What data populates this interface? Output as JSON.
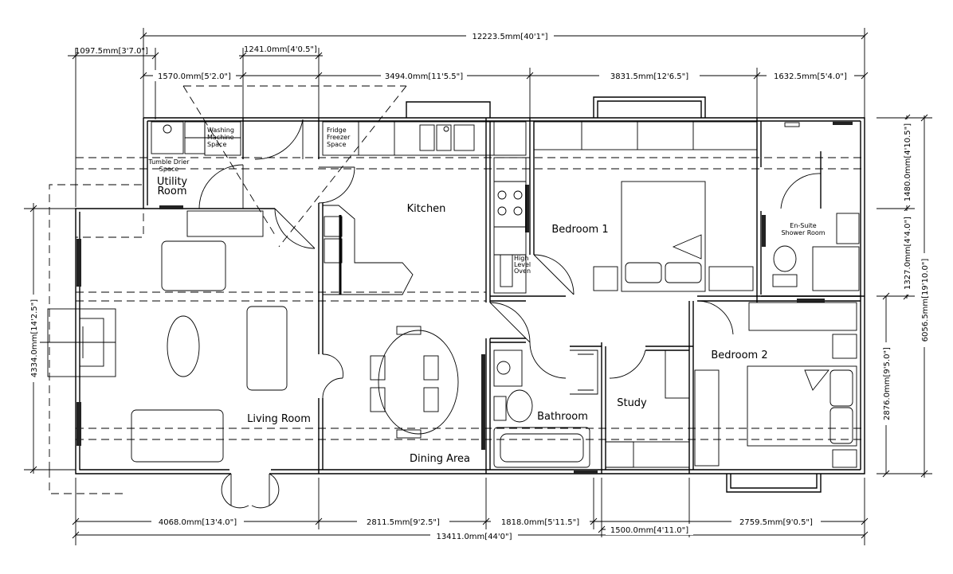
{
  "dimensions": {
    "overall_top": "12223.5mm[40'1\"]",
    "overall_bottom": "13411.0mm[44'0\"]",
    "top_left_a": "1097.5mm[3'7.0\"]",
    "top_left_b": "1241.0mm[4'0.5\"]",
    "top_segment_1": "1570.0mm[5'2.0\"]",
    "top_segment_2": "3494.0mm[11'5.5\"]",
    "top_segment_3": "3831.5mm[12'6.5\"]",
    "top_segment_4": "1632.5mm[5'4.0\"]",
    "bottom_segment_1": "4068.0mm[13'4.0\"]",
    "bottom_segment_2": "2811.5mm[9'2.5\"]",
    "bottom_segment_3": "1818.0mm[5'11.5\"]",
    "bottom_segment_4": "1500.0mm[4'11.0\"]",
    "bottom_segment_5": "2759.5mm[9'0.5\"]",
    "left_height": "4334.0mm[14'2.5\"]",
    "right_overall": "6056.5mm[19'10.0\"]",
    "right_top": "1480.0mm[4'10.5\"]",
    "right_mid": "1327.0mm[4'4.0\"]",
    "right_bottom": "2876.0mm[9'5.0\"]"
  },
  "rooms": {
    "kitchen": "Kitchen",
    "bedroom1": "Bedroom 1",
    "bedroom2": "Bedroom 2",
    "living": "Living Room",
    "dining": "Dining Area",
    "bathroom": "Bathroom",
    "study": "Study",
    "utility_1": "Utility",
    "utility_2": "Room",
    "ensuite_1": "En-Suite",
    "ensuite_2": "Shower Room"
  },
  "fixtures": {
    "washing_1": "Washing",
    "washing_2": "Machine",
    "washing_3": "Space",
    "fridge_1": "Fridge",
    "fridge_2": "Freezer",
    "fridge_3": "Space",
    "tumble_1": "Tumble Drier",
    "tumble_2": "Space",
    "oven_1": "High",
    "oven_2": "Level",
    "oven_3": "Oven"
  }
}
